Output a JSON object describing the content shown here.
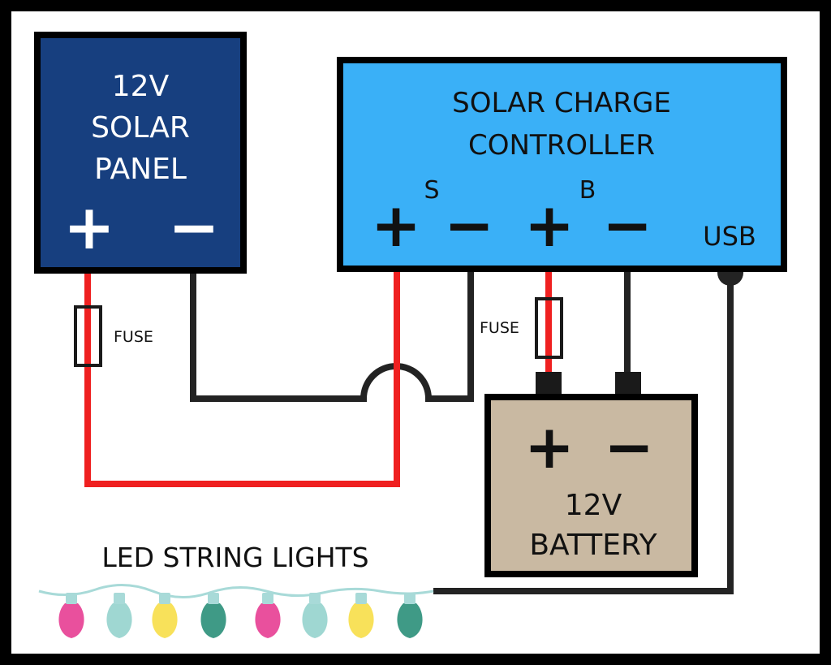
{
  "solar_panel": {
    "line1": "12V",
    "line2": "SOLAR",
    "line3": "PANEL",
    "plus": "+",
    "minus": "−",
    "fill_color": "#173f7f"
  },
  "charge_controller": {
    "line1": "SOLAR CHARGE",
    "line2": "CONTROLLER",
    "solar_label": "S",
    "battery_label": "B",
    "plus": "+",
    "minus": "−",
    "usb_label": "USB",
    "fill_color": "#3ab0f7"
  },
  "battery": {
    "plus": "+",
    "minus": "−",
    "line1": "12V",
    "line2": "BATTERY",
    "fill_color": "#c9b9a2"
  },
  "fuses": {
    "panel_fuse_label": "FUSE",
    "battery_fuse_label": "FUSE"
  },
  "lights": {
    "label": "LED STRING LIGHTS",
    "bulb_colors": [
      "#e9509d",
      "#9fd7d2",
      "#f8e15a",
      "#3f9a86",
      "#e9509d",
      "#9fd7d2",
      "#f8e15a",
      "#3f9a86"
    ],
    "cord_color": "#a8dad8"
  },
  "wires": {
    "positive_color": "#ef2020",
    "negative_color": "#232323"
  }
}
